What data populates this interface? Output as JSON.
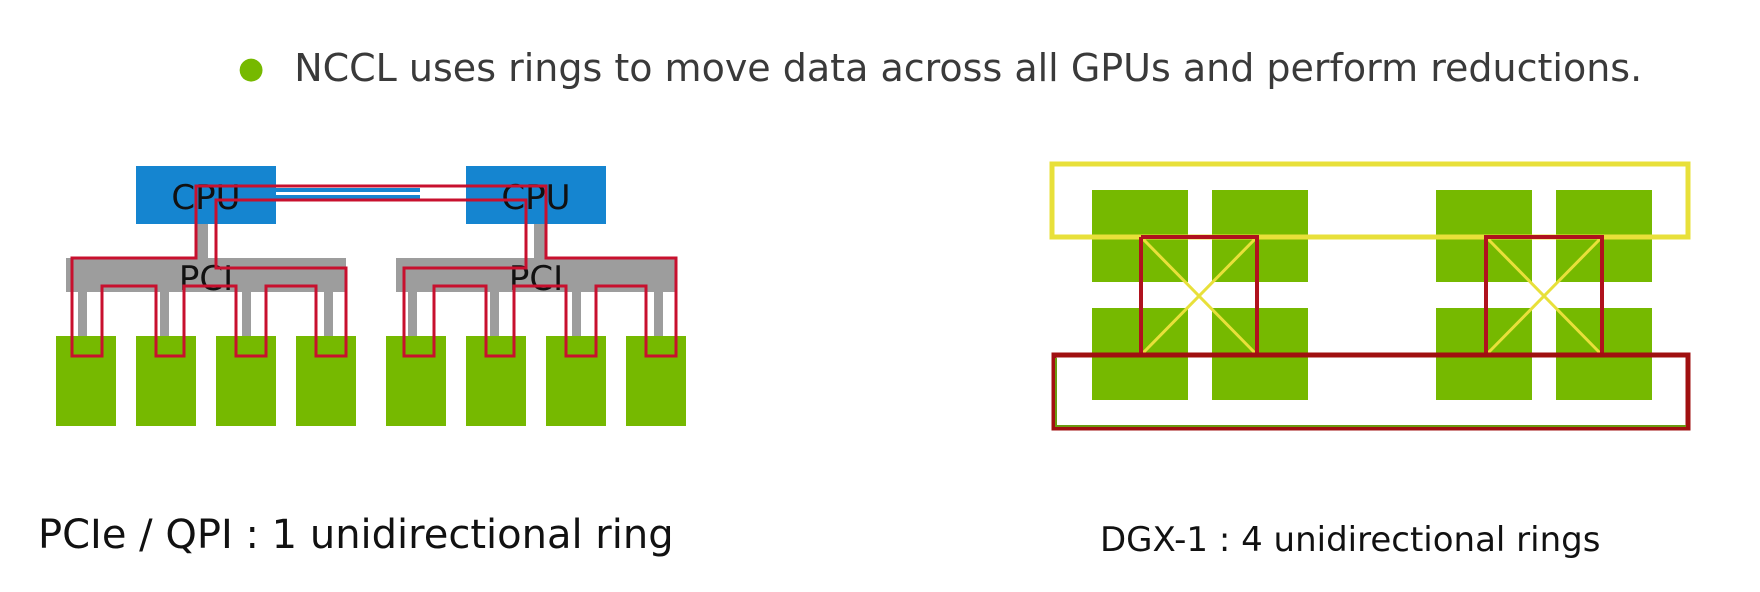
{
  "slide": {
    "bullet_text": "NCCL uses rings to move data across all GPUs and perform reductions.",
    "bullet_icon": "bullet-dot"
  },
  "left_diagram": {
    "cpu_label": "CPU",
    "pci_label": "PCI",
    "caption": "PCIe / QPI : 1 unidirectional ring"
  },
  "right_diagram": {
    "caption": "DGX-1 : 4 unidirectional rings"
  },
  "colors": {
    "gpu_green": "#76b900",
    "cpu_blue": "#1585d0",
    "pci_gray": "#9d9d9d",
    "ring_red": "#c8102e",
    "ring_yellow": "#e8e03a",
    "ring_dark_red": "#a01010",
    "bullet_green": "#76b900"
  }
}
